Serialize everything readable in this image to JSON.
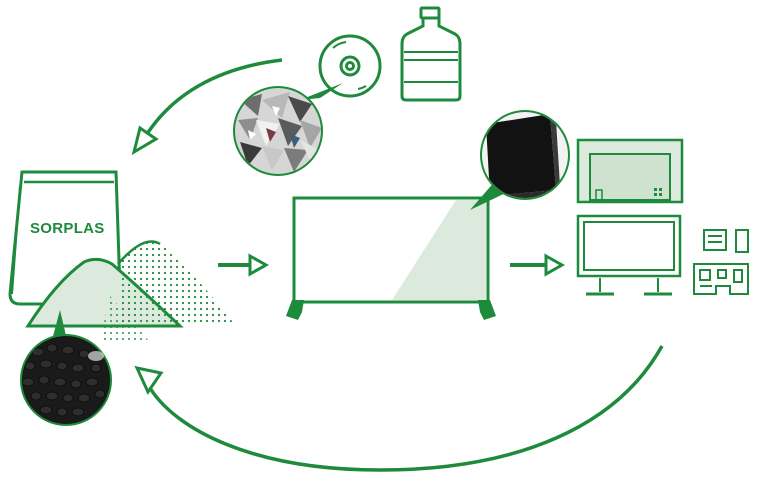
{
  "colors": {
    "accent": "#1e8a3c",
    "fill_light": "#dceadd",
    "pellet_dark": "#111111",
    "scrap_bg": "#d8d8d8"
  },
  "bag": {
    "label": "SORPLAS"
  },
  "icons": [
    "cd-disc-icon",
    "water-bottle-icon",
    "plastic-scrap-photo",
    "recycled-pellets-photo",
    "tv-panel-photo",
    "tv-back-cover-icon",
    "tv-front-icon",
    "circuit-board-icon"
  ]
}
